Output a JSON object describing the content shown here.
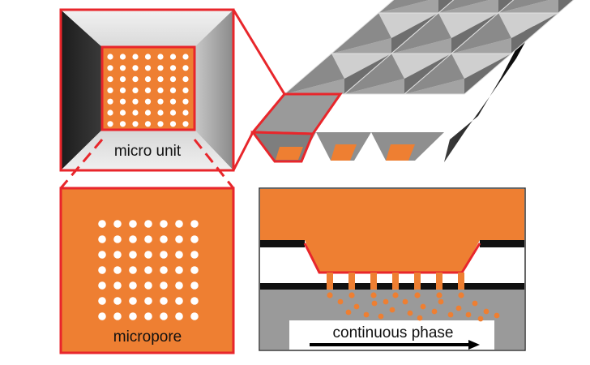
{
  "labels": {
    "micro_unit": "micro unit",
    "micropore": "micropore",
    "continuous_phase": "continuous phase"
  },
  "colors": {
    "highlight_red": "#e8262b",
    "membrane_orange": "#ee7f32",
    "pore_white": "#ffffff",
    "wall_dark": "#2b2b2b",
    "wall_gray": "#8d8d8d",
    "channel_gray": "#9a9a9a"
  },
  "micropore_grid": {
    "rows": 7,
    "cols": 7
  },
  "array_grid": {
    "rows": 3,
    "cols": 3
  },
  "droplets": {
    "channels": 7
  }
}
